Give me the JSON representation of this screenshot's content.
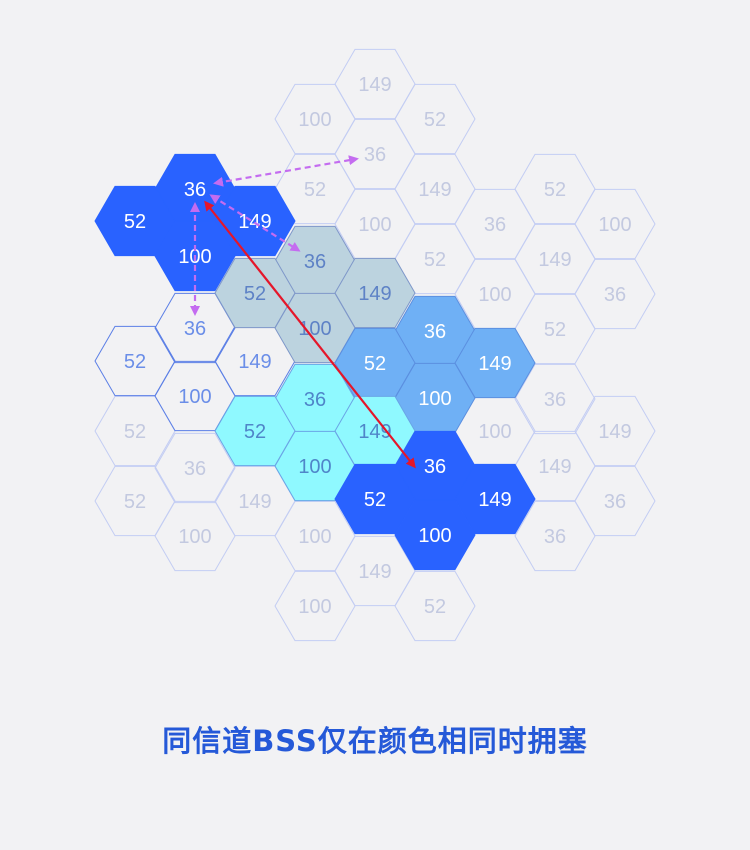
{
  "caption": "同信道BSS仅在颜色相同时拥塞",
  "colors": {
    "background": "#f2f2f4",
    "dark_blue": "#2962ff",
    "light_blue": "#6fb0f5",
    "slate": "#bcd3df",
    "cyan": "#8ff9ff",
    "faint_stroke": "#c3cdf3",
    "faint_text": "#c3c9e0",
    "caption": "#2559d8",
    "arrow_red": "#e5162a",
    "arrow_purple": "#c46cf0"
  },
  "cells": [
    {
      "label": "149",
      "style": "faint"
    },
    {
      "label": "100",
      "style": "faint"
    },
    {
      "label": "52",
      "style": "faint"
    },
    {
      "label": "36",
      "style": "faint"
    },
    {
      "label": "52",
      "style": "faint"
    },
    {
      "label": "149",
      "style": "faint"
    },
    {
      "label": "52",
      "style": "faint"
    },
    {
      "label": "100",
      "style": "faint"
    },
    {
      "label": "36",
      "style": "faint"
    },
    {
      "label": "100",
      "style": "faint"
    },
    {
      "label": "52",
      "style": "faint"
    },
    {
      "label": "149",
      "style": "faint"
    },
    {
      "label": "100",
      "style": "faint"
    },
    {
      "label": "36",
      "style": "faint"
    },
    {
      "label": "52",
      "style": "faint"
    },
    {
      "label": "36",
      "style": "faint"
    },
    {
      "label": "149",
      "style": "faint"
    },
    {
      "label": "52",
      "style": "faint"
    },
    {
      "label": "100",
      "style": "faint"
    },
    {
      "label": "36",
      "style": "faint"
    },
    {
      "label": "149",
      "style": "faint"
    },
    {
      "label": "52",
      "style": "faint"
    },
    {
      "label": "36",
      "style": "faint"
    },
    {
      "label": "100",
      "style": "faint"
    },
    {
      "label": "149",
      "style": "faint"
    },
    {
      "label": "100",
      "style": "faint"
    },
    {
      "label": "36",
      "style": "faint"
    },
    {
      "label": "149",
      "style": "faint"
    },
    {
      "label": "100",
      "style": "faint"
    },
    {
      "label": "52",
      "style": "faint"
    },
    {
      "label": "52",
      "style": "blue_outline"
    },
    {
      "label": "36",
      "style": "blue_outline"
    },
    {
      "label": "149",
      "style": "blue_outline"
    },
    {
      "label": "100",
      "style": "blue_outline"
    },
    {
      "label": "36",
      "style": "dark"
    },
    {
      "label": "52",
      "style": "dark"
    },
    {
      "label": "149",
      "style": "dark"
    },
    {
      "label": "100",
      "style": "dark"
    },
    {
      "label": "36",
      "style": "slate"
    },
    {
      "label": "52",
      "style": "slate"
    },
    {
      "label": "149",
      "style": "slate"
    },
    {
      "label": "100",
      "style": "slate"
    },
    {
      "label": "36",
      "style": "light"
    },
    {
      "label": "52",
      "style": "light"
    },
    {
      "label": "149",
      "style": "light"
    },
    {
      "label": "100",
      "style": "light"
    },
    {
      "label": "36",
      "style": "cyan"
    },
    {
      "label": "52",
      "style": "cyan"
    },
    {
      "label": "149",
      "style": "cyan"
    },
    {
      "label": "100",
      "style": "cyan"
    },
    {
      "label": "36",
      "style": "dark"
    },
    {
      "label": "52",
      "style": "dark"
    },
    {
      "label": "149",
      "style": "dark"
    },
    {
      "label": "100",
      "style": "dark"
    }
  ]
}
